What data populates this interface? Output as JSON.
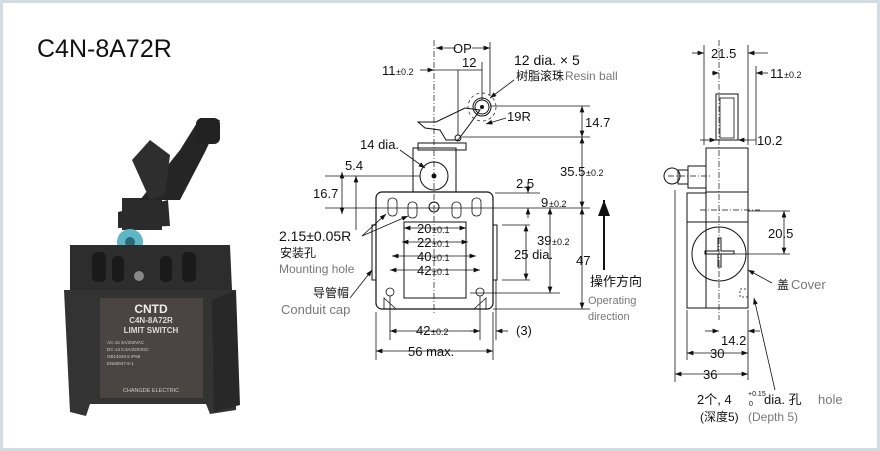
{
  "title": "C4N-8A72R",
  "product_label": {
    "brand": "CNTD",
    "model": "C4N-8A72R",
    "type": "LIMIT SWITCH",
    "specs": [
      "AC-15  3A/250VAC",
      "DC-13  0.3A/220VDC",
      "GB14048.5  IP66",
      "EN60947-5-1"
    ],
    "maker": "CHANGDE ELECTRIC"
  },
  "front_view": {
    "op": "OP",
    "dim_12": "12",
    "dim_11": "11",
    "dim_11_tol": "±0.2",
    "resin_ball_size": "12 dia. × 5",
    "resin_ball_cn": "树脂滚珠",
    "resin_ball_en": "Resin ball",
    "radius_19": "19R",
    "dim_14_7": "14.7",
    "dia_14": "14 dia.",
    "dim_5_4": "5.4",
    "dim_35_5": "35.5",
    "dim_35_5_tol": "±0.2",
    "dim_16_7": "16.7",
    "dim_2_5": "2.5",
    "dim_9": "9",
    "dim_9_tol": "±0.2",
    "mount_radius": "2.15±0.05R",
    "mount_cn": "安装孔",
    "mount_en": "Mounting hole",
    "dim_20": "20",
    "dim_22": "22",
    "dim_40": "40",
    "dim_42": "42",
    "tol_01": "±0.1",
    "dia_25": "25 dia.",
    "dim_39": "39",
    "dim_39_tol": "±0.2",
    "dim_47": "47",
    "op_dir_cn": "操作方向",
    "op_dir_en1": "Operating",
    "op_dir_en2": "direction",
    "conduit_cn": "导管帽",
    "conduit_en": "Conduit cap",
    "dim_42b": "42",
    "dim_42b_tol": "±0.2",
    "dim_3": "(3)",
    "dim_56": "56 max."
  },
  "side_view": {
    "dim_21_5": "21.5",
    "dim_11": "11",
    "dim_11_tol": "±0.2",
    "dim_10_2": "10.2",
    "dim_20_5": "20.5",
    "cover_cn": "盖",
    "cover_en": "Cover",
    "dim_14_2": "14.2",
    "dim_30": "30",
    "dim_36": "36",
    "hole_prefix": "2个, 4",
    "hole_tol_up": "+0.15",
    "hole_tol_low": "0",
    "hole_mid": "dia. 孔",
    "hole_en": "hole",
    "depth_cn": "(深度5)",
    "depth_en": "(Depth 5)"
  }
}
